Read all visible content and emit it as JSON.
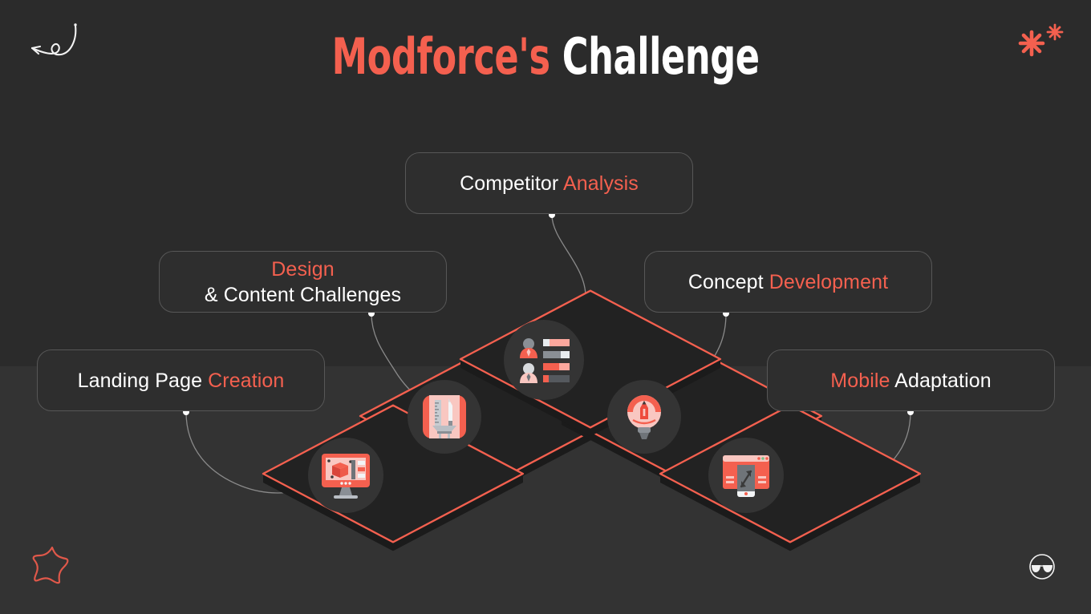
{
  "slide": {
    "title": {
      "accent_text": "Modforce's",
      "plain_text": "Challenge",
      "accent_color": "#f4604f",
      "plain_color": "#ffffff"
    },
    "background": {
      "upper_color": "#2b2b2b",
      "lower_color": "#333333"
    }
  },
  "cards": [
    {
      "id": "competitor",
      "accent_text": "Analysis",
      "plain_text": "Competitor ",
      "line1_plain": "Competitor ",
      "line1_accent": "Analysis",
      "line2": "",
      "full_label": "Competitor Analysis"
    },
    {
      "id": "design",
      "line1_accent": "Design",
      "line1_plain": "",
      "line2": "& Content Challenges",
      "full_label": "Design & Content Challenges"
    },
    {
      "id": "concept",
      "line1_plain": "Concept ",
      "line1_accent": "Development",
      "line2": "",
      "full_label": "Concept Development"
    },
    {
      "id": "landing",
      "line1_plain": "Landing Page ",
      "line1_accent": "Creation",
      "line2": "",
      "full_label": "Landing Page Creation"
    },
    {
      "id": "mobile",
      "line1_accent": "Mobile",
      "line1_plain": " Adaptation",
      "line2": "",
      "full_label": "Mobile Adaptation"
    }
  ],
  "icons": [
    {
      "id": "competitor",
      "name": "competitor-analysis-icon",
      "description": "two person silhouettes with ranking bars"
    },
    {
      "id": "design",
      "name": "design-tools-icon",
      "description": "ruler and pen in a holder"
    },
    {
      "id": "concept",
      "name": "lightbulb-pen-icon",
      "description": "lightbulb containing a pen nib"
    },
    {
      "id": "landing",
      "name": "monitor-cube-icon",
      "description": "desktop monitor showing a 3D cube"
    },
    {
      "id": "mobile",
      "name": "responsive-resize-icon",
      "description": "browser window with phone and resize arrow"
    }
  ],
  "decorations": [
    {
      "id": "arrow",
      "name": "curved-loop-arrow-icon",
      "color": "#ffffff"
    },
    {
      "id": "sparks",
      "name": "sparkle-asterisk-icon",
      "color": "#f4604f"
    },
    {
      "id": "star",
      "name": "outlined-star-icon",
      "color": "#e0584a"
    },
    {
      "id": "logo",
      "name": "sunglasses-logo-icon",
      "color": "#ffffff"
    }
  ],
  "palette": {
    "accent": "#f4604f",
    "accent_light": "#fba79d",
    "accent_pale": "#f9c7c1",
    "card_bg": "#2e2e2e",
    "card_border": "#575757",
    "circle_bg": "#343434",
    "platform_fill": "#222222",
    "platform_stroke": "#f4604f",
    "platform_side": "#1c1c1c",
    "connector_line": "#8a8a8a",
    "connector_dot": "#ffffff",
    "gray_icon": "#7f8489",
    "gray_icon_light": "#b9bec4",
    "white": "#ffffff"
  }
}
